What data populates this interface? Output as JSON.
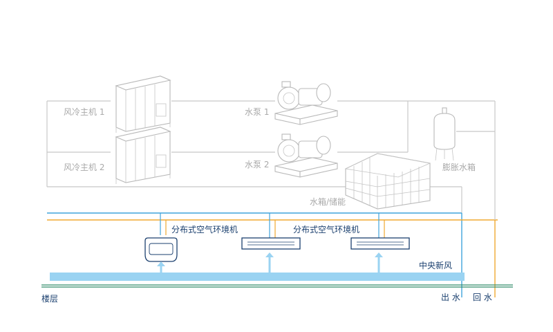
{
  "equipment": {
    "chiller_1_label": "风冷主机 1",
    "chiller_2_label": "风冷主机 2",
    "pump_1_label": "水泵 1",
    "pump_2_label": "水泵 2",
    "expansion_tank_label": "膨胀水箱",
    "storage_tank_label": "水箱/储能"
  },
  "terminals": {
    "unit_1_label": "分布式空气环境机",
    "unit_2_label": "分布式空气环境机",
    "fresh_air_label": "中央新风"
  },
  "footer": {
    "floor_label": "楼层",
    "supply_label": "出 水",
    "return_label": "回 水"
  },
  "colors": {
    "supply_pipe": "#3fa4dc",
    "return_pipe": "#f0a830",
    "fresh_air_duct": "#9ad3f2",
    "floor_line": "#2e8b68",
    "gray_pipe": "#c8c8c8",
    "label_dark": "#1a3f6e"
  }
}
